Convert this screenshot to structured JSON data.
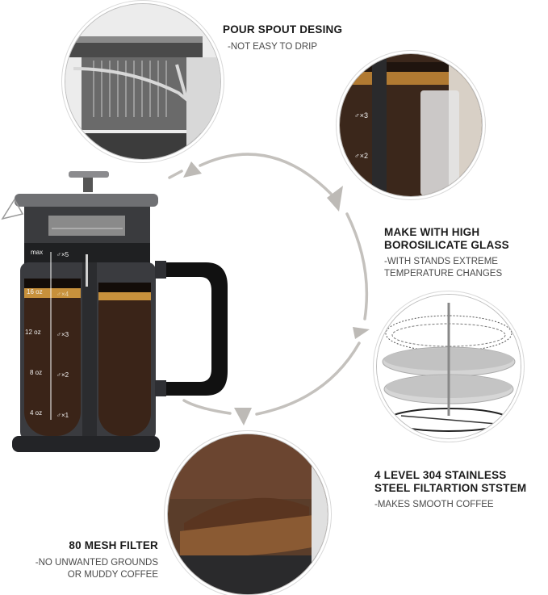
{
  "features": [
    {
      "title_lines": [
        "POUR SPOUT DESING"
      ],
      "sub_lines": [
        "-NOT EASY TO DRIP"
      ]
    },
    {
      "title_lines": [
        "MAKE WITH HIGH",
        "BOROSILICATE GLASS"
      ],
      "sub_lines": [
        "-WITH STANDS EXTREME",
        "TEMPERATURE CHANGES"
      ]
    },
    {
      "title_lines": [
        "4 LEVEL 304 STAINLESS",
        "STEEL FILTARTION STSTEM"
      ],
      "sub_lines": [
        "-MAKES SMOOTH COFFEE"
      ]
    },
    {
      "title_lines": [
        "80 MESH FILTER"
      ],
      "sub_lines": [
        "-NO UNWANTED GROUNDS",
        "OR MUDDY COFFEE"
      ]
    }
  ],
  "press": {
    "measurements": [
      {
        "oz": "max",
        "cups": "♂×5"
      },
      {
        "oz": "16 oz",
        "cups": "♂×4"
      },
      {
        "oz": "12 oz",
        "cups": "♂×3"
      },
      {
        "oz": "8 oz",
        "cups": "♂×2"
      },
      {
        "oz": "4 oz",
        "cups": "♂×1"
      }
    ]
  },
  "detail_glass_labels": [
    "♂×3",
    "♂×2"
  ],
  "colors": {
    "arrow": "#bdbab6",
    "coffee": "#3a2418",
    "crema": "#c8913c",
    "frame": "#2e2f33",
    "handle": "#111111"
  }
}
